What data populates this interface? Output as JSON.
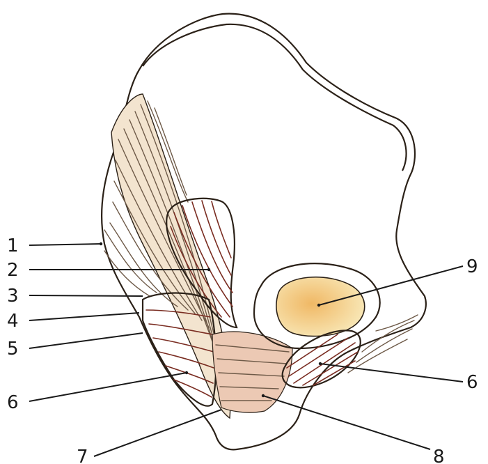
{
  "colors": {
    "bone_fill": "#f6ecc4",
    "bone_highlight": "#f2c57a",
    "muscle_fill": "#d9826e",
    "muscle_dark": "#b85444",
    "ligament_fill": "#f3e6d6",
    "membrane_fill": "#e9c6b3",
    "outline": "#2b2118",
    "label_text": "#1a1a1a"
  },
  "callouts": [
    {
      "id": "1",
      "label": "1"
    },
    {
      "id": "2",
      "label": "2"
    },
    {
      "id": "3",
      "label": "3"
    },
    {
      "id": "4",
      "label": "4"
    },
    {
      "id": "5",
      "label": "5"
    },
    {
      "id": "6a",
      "label": "6"
    },
    {
      "id": "7",
      "label": "7"
    },
    {
      "id": "8",
      "label": "8"
    },
    {
      "id": "9",
      "label": "9"
    },
    {
      "id": "6b",
      "label": "6"
    }
  ]
}
